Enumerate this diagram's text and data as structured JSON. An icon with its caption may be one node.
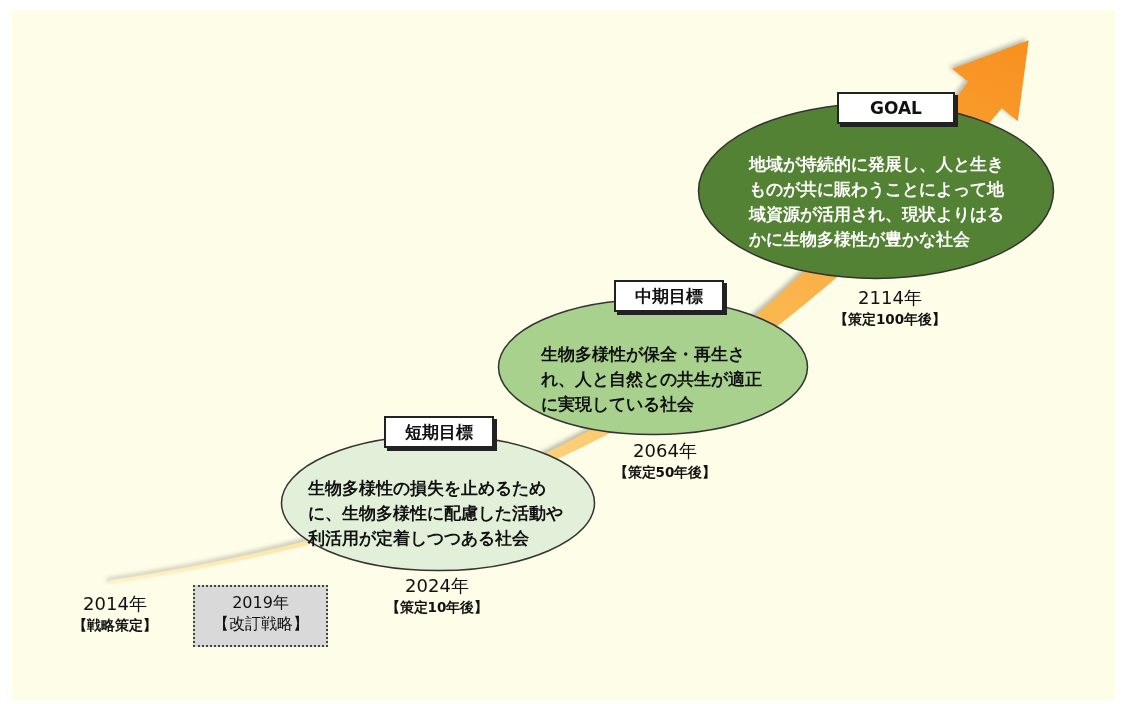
{
  "diagram": {
    "nodes": [
      {
        "text": [
          "短期目標",
          "生物多様性の損失を止めるために、生物多様性に配慮した活動や利活用が定着しつつある社会"
        ],
        "beside": [
          "2024年",
          "【策定10年後】"
        ]
      },
      {
        "text": [
          "中期目標",
          "生物多様性が保全・再生され、人と自然との共生が適正に実現している社会"
        ],
        "beside": [
          "2064年",
          "【策定50年後】"
        ]
      },
      {
        "text": [
          "GOAL",
          "地域が持続的に発展し、人と生きものが共に賑わうことによって地域資源が活用され、現状よりはるかに生物多様性が豊かな社会"
        ],
        "beside": [
          "2114年",
          "【策定100年後】"
        ]
      },
      {
        "text": [
          "2019年",
          "【改訂戦略】"
        ]
      }
    ],
    "labels": [
      "2014年",
      "【戦略策定】"
    ]
  }
}
